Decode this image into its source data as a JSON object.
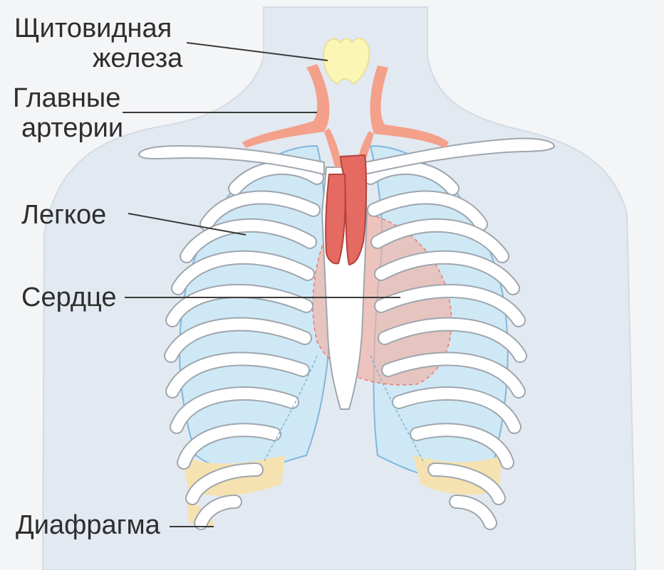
{
  "labels": {
    "thyroid_line1": "Щитовидная",
    "thyroid_line2": "железа",
    "arteries_line1": "Главные",
    "arteries_line2": "артерии",
    "lung": "Легкое",
    "heart": "Сердце",
    "diaphragm": "Диафрагма"
  },
  "colors": {
    "page": "#f4f5f7",
    "body_silhouette": "#e3e9f1",
    "lung": "#cfe8f5",
    "lung_outline": "#7fb7dd",
    "bone": "#ffffff",
    "bone_outline": "#9ea6ae",
    "artery": "#f4a08a",
    "heart_vessel": "#e56a62",
    "heart": "#f2b1a1",
    "thyroid": "#fbf6b5",
    "diaphragm": "#f6e2b0",
    "leader_line": "#3a3a3a"
  }
}
